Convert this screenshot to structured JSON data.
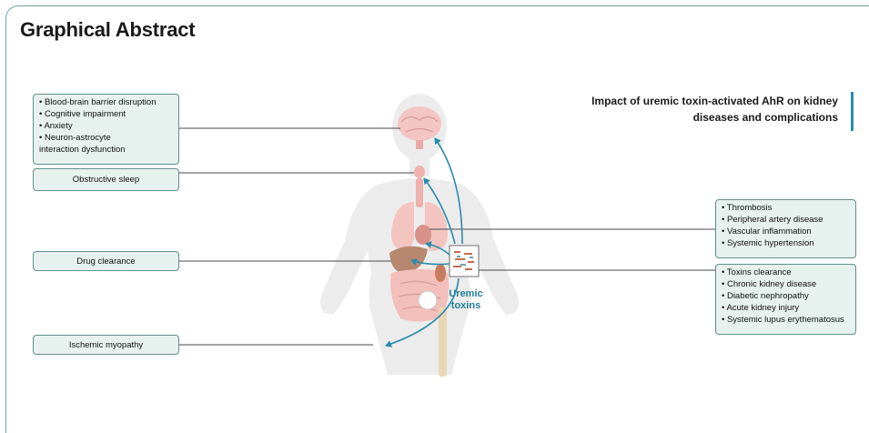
{
  "heading": "Graphical Abstract",
  "figure_title": {
    "line1": "Impact of uremic toxin-activated AhR on kidney",
    "line2": "diseases and complications"
  },
  "boxes": {
    "brain": [
      "• Blood-brain barrier disruption",
      "• Cognitive impairment",
      "• Anxiety",
      "• Neuron-astrocyte",
      "interaction dysfunction"
    ],
    "sleep": "Obstructive sleep",
    "drug": "Drug clearance",
    "muscle": "Ischemic myopathy",
    "vascular": [
      "• Thrombosis",
      "• Peripheral artery disease",
      "• Vascular inflammation",
      "• Systemic hypertension"
    ],
    "kidney": [
      "• Toxins clearance",
      "• Chronic kidney disease",
      "• Diabetic nephropathy",
      "• Acute kidney injury",
      "• Systemic lupus erythematosus"
    ]
  },
  "toxin_label": {
    "line1": "Uremic",
    "line2": "toxins"
  },
  "colors": {
    "box_fill": "#e7f1ee",
    "box_border": "#5f8f8b",
    "arrow": "#2a8cae",
    "accent_bar": "#2a8cae",
    "body_silhouette": "#ececec",
    "organ": "#f0b9b5"
  }
}
